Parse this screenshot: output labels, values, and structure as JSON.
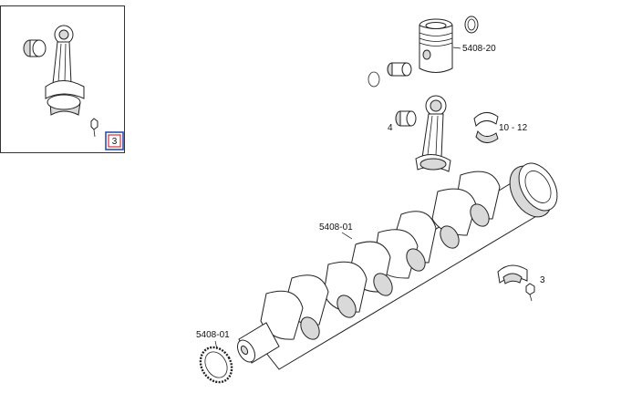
{
  "callouts": {
    "piston_group": "5408-20",
    "piston_pin": "4",
    "bearing_shells": "10 - 12",
    "crankshaft": "5408-01",
    "crankshaft_gear": "5408-01",
    "bolt": "3"
  },
  "inset": {
    "selection_marker": "3"
  },
  "colors": {
    "marker": "#d0303a",
    "marker_frame": "#2a4fb0",
    "line": "#222222"
  }
}
